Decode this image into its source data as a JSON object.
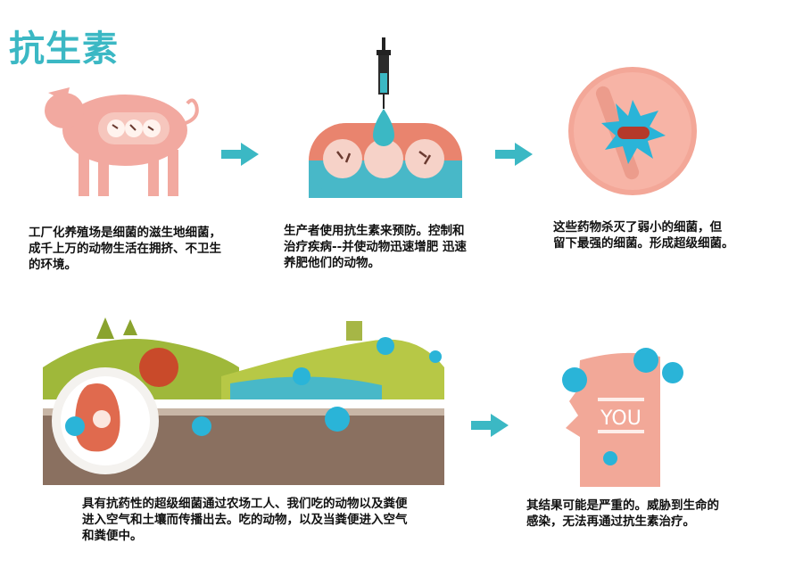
{
  "title": "抗生素",
  "captions": {
    "farm": [
      "工厂化养殖场是细菌的滋生地细菌，",
      "成千上万的动物生活在拥挤、不卫生",
      "的环境。"
    ],
    "inject": [
      "生产者使用抗生素来预防。控制和",
      "治疗疾病--并使动物迅速增肥 迅速",
      "养肥他们的动物。"
    ],
    "kill": [
      "这些药物杀灭了弱小的细菌，但",
      "留下最强的细菌。形成超级细菌。"
    ],
    "spread": [
      "具有抗药性的超级细菌通过农场工人、我们吃的动物以及粪便",
      "进入空气和土壤而传播出去。吃的动物，以及当粪便进入空气",
      "和粪便中。"
    ],
    "result": [
      "其结果可能是严重的。威胁到生命的",
      "感染，无法再通过抗生素治疗。"
    ]
  },
  "sign_text": "YOU",
  "icons": [
    "pig-icon",
    "syringe-icon",
    "cell-icon",
    "landscape-icon",
    "head-icon",
    "arrow-icon",
    "bacteria-icon"
  ],
  "colors": {
    "title": "#3bb8c4",
    "arrow": "#3bb8c4",
    "pink": "#f2a192",
    "teal": "#48b8c8",
    "red": "#b5392a",
    "green": "#9fb83a",
    "soil": "#8a7060"
  }
}
